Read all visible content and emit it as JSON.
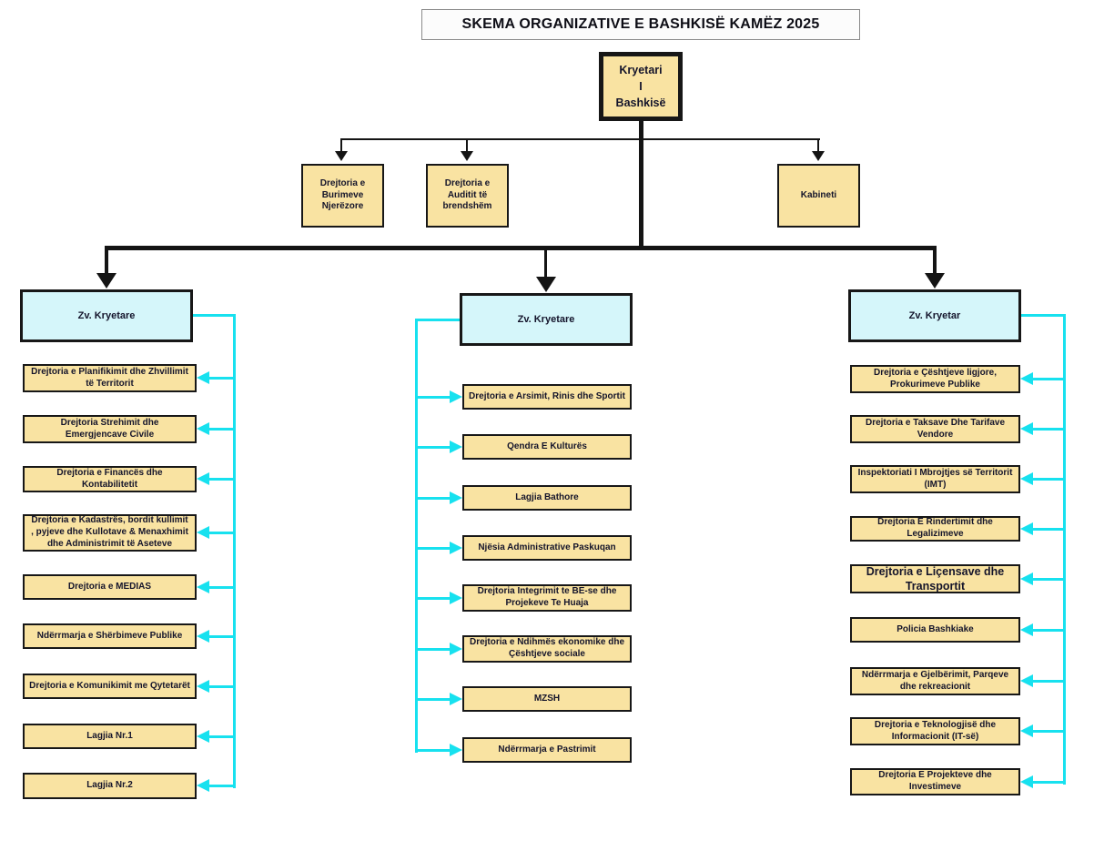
{
  "title": "SKEMA ORGANIZATIVE E BASHKISË KAMËZ 2025",
  "root": {
    "lines": [
      "Kryetari",
      "I",
      "Bashkisë"
    ]
  },
  "staff_offices": [
    "Drejtoria e Burimeve Njerëzore",
    "Drejtoria e Auditit të brendshëm",
    "Kabineti"
  ],
  "deputies": {
    "left": "Zv. Kryetare",
    "middle": "Zv. Kryetare",
    "right": "Zv. Kryetar"
  },
  "left_departments": [
    "Drejtoria e Planifikimit dhe Zhvillimit të Territorit",
    "Drejtoria Strehimit dhe Emergjencave Civile",
    "Drejtoria e Financës dhe Kontabilitetit",
    "Drejtoria e Kadastrës, bordit kullimit , pyjeve dhe Kullotave & Menaxhimit dhe Administrimit të Aseteve",
    "Drejtoria e MEDIAS",
    "Ndërrmarja e Shërbimeve Publike",
    "Drejtoria e Komunikimit me Qytetarët",
    "Lagjia Nr.1",
    "Lagjia Nr.2"
  ],
  "middle_departments": [
    "Drejtoria e Arsimit, Rinis dhe Sportit",
    "Qendra E Kulturës",
    "Lagjia Bathore",
    "Njësia Administrative Paskuqan",
    "Drejtoria Integrimit te BE-se dhe Projekeve Te Huaja",
    "Drejtoria e Ndihmës ekonomike dhe Çështjeve sociale",
    "MZSH",
    "Ndërrmarja e Pastrimit"
  ],
  "right_departments": [
    "Drejtoria e Çështjeve ligjore, Prokurimeve Publike",
    "Drejtoria e Taksave Dhe Tarifave Vendore",
    "Inspektoriati I Mbrojtjes së Territorit (IMT)",
    "Drejtoria E Rindertimit dhe Legalizimeve",
    "Drejtoria e Liçensave dhe Transportit",
    "Policia Bashkiake",
    "Ndërrmarja e Gjelbërimit, Parqeve dhe rekreacionit",
    "Drejtoria e Teknologjisë dhe Informacionit (IT-së)",
    "Drejtoria E Projekteve dhe Investimeve"
  ],
  "colors": {
    "department_fill": "#F9E3A2",
    "deputy_fill": "#D5F6FA",
    "connector_cyan": "#17E1EF",
    "connector_black": "#141414",
    "title_border": "#8A8A8A"
  }
}
